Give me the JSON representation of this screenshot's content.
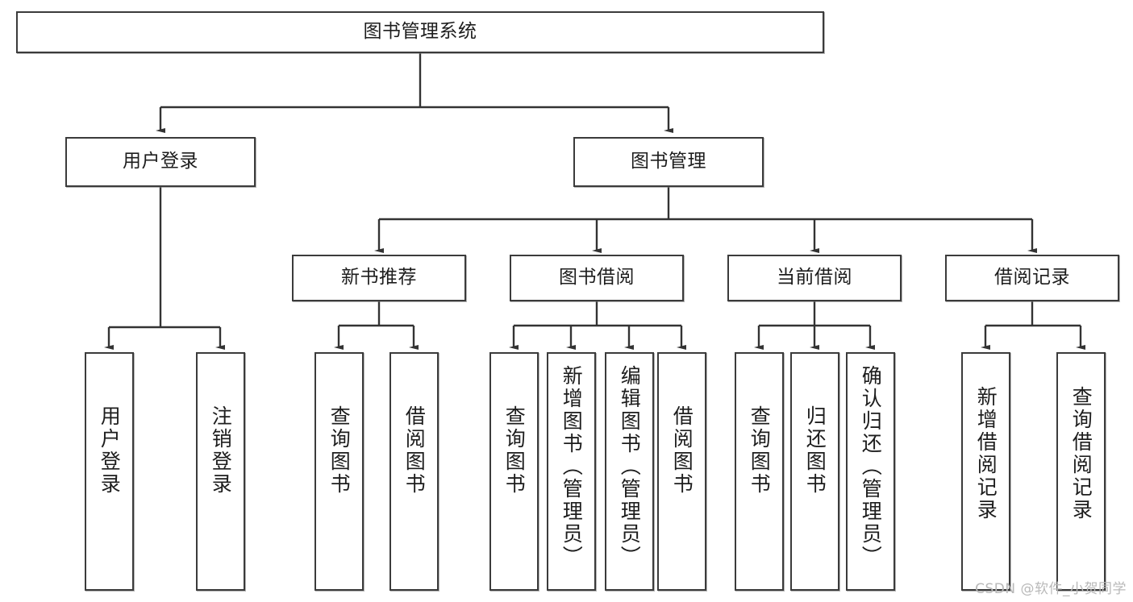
{
  "diagram": {
    "title": "图书管理系统",
    "type": "tree",
    "watermark": "CSDN @软件_小贺同学",
    "colors": {
      "box_border": "#3b3b3b",
      "box_fill": "#ffffff",
      "edge": "#333333",
      "text": "#1d1d1d",
      "watermark": "#b9b9b9"
    },
    "root": {
      "id": "root",
      "label": "图书管理系统",
      "orientation": "horizontal"
    },
    "level2": [
      {
        "id": "user-login",
        "label": "用户登录",
        "orientation": "horizontal"
      },
      {
        "id": "book-manage",
        "label": "图书管理",
        "orientation": "horizontal"
      }
    ],
    "level3": [
      {
        "id": "new-book-rec",
        "label": "新书推荐",
        "orientation": "horizontal",
        "parent": "book-manage"
      },
      {
        "id": "book-borrow",
        "label": "图书借阅",
        "orientation": "horizontal",
        "parent": "book-manage"
      },
      {
        "id": "current-borrow",
        "label": "当前借阅",
        "orientation": "horizontal",
        "parent": "book-manage"
      },
      {
        "id": "borrow-record",
        "label": "借阅记录",
        "orientation": "horizontal",
        "parent": "book-manage"
      }
    ],
    "leaves": [
      {
        "id": "leaf-user-login",
        "label": "用户登录",
        "parent": "user-login",
        "orientation": "vertical"
      },
      {
        "id": "leaf-user-logout",
        "label": "注销登录",
        "parent": "user-login",
        "orientation": "vertical"
      },
      {
        "id": "leaf-query-book-1",
        "label": "查询图书",
        "parent": "new-book-rec",
        "orientation": "vertical"
      },
      {
        "id": "leaf-borrow-book-1",
        "label": "借阅图书",
        "parent": "new-book-rec",
        "orientation": "vertical"
      },
      {
        "id": "leaf-query-book-2",
        "label": "查询图书",
        "parent": "book-borrow",
        "orientation": "vertical"
      },
      {
        "id": "leaf-add-book",
        "label": "新增图书（管理员）",
        "parent": "book-borrow",
        "orientation": "vertical"
      },
      {
        "id": "leaf-edit-book",
        "label": "编辑图书（管理员）",
        "parent": "book-borrow",
        "orientation": "vertical"
      },
      {
        "id": "leaf-borrow-book-2",
        "label": "借阅图书",
        "parent": "book-borrow",
        "orientation": "vertical"
      },
      {
        "id": "leaf-query-book-3",
        "label": "查询图书",
        "parent": "current-borrow",
        "orientation": "vertical"
      },
      {
        "id": "leaf-return-book",
        "label": "归还图书",
        "parent": "current-borrow",
        "orientation": "vertical"
      },
      {
        "id": "leaf-confirm-return",
        "label": "确认归还（管理员）",
        "parent": "current-borrow",
        "orientation": "vertical"
      },
      {
        "id": "leaf-add-record",
        "label": "新增借阅记录",
        "parent": "borrow-record",
        "orientation": "vertical"
      },
      {
        "id": "leaf-query-record",
        "label": "查询借阅记录",
        "parent": "borrow-record",
        "orientation": "vertical"
      }
    ]
  }
}
